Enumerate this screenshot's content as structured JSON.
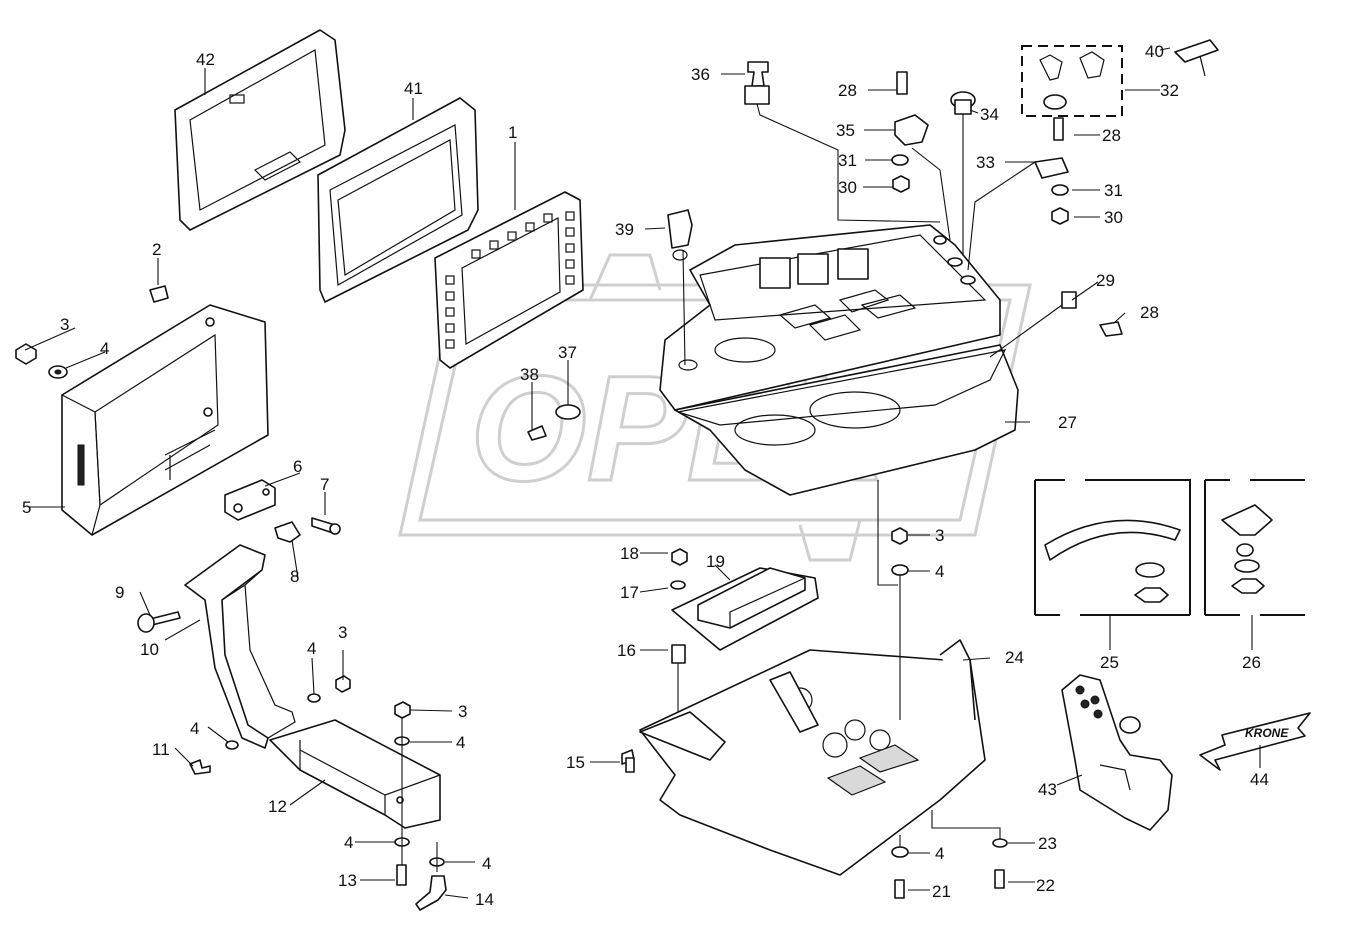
{
  "watermark": {
    "text": "OPEX"
  },
  "brand": {
    "logo_text": "KRONE"
  },
  "callouts": [
    {
      "id": "42",
      "text": "42"
    },
    {
      "id": "41",
      "text": "41"
    },
    {
      "id": "1",
      "text": "1"
    },
    {
      "id": "2",
      "text": "2"
    },
    {
      "id": "3a",
      "text": "3"
    },
    {
      "id": "4a",
      "text": "4"
    },
    {
      "id": "5",
      "text": "5"
    },
    {
      "id": "6",
      "text": "6"
    },
    {
      "id": "7",
      "text": "7"
    },
    {
      "id": "8",
      "text": "8"
    },
    {
      "id": "9",
      "text": "9"
    },
    {
      "id": "10",
      "text": "10"
    },
    {
      "id": "4b",
      "text": "4"
    },
    {
      "id": "3b",
      "text": "3"
    },
    {
      "id": "4c",
      "text": "4"
    },
    {
      "id": "11",
      "text": "11"
    },
    {
      "id": "3c",
      "text": "3"
    },
    {
      "id": "4d",
      "text": "4"
    },
    {
      "id": "12",
      "text": "12"
    },
    {
      "id": "4e",
      "text": "4"
    },
    {
      "id": "4f",
      "text": "4"
    },
    {
      "id": "13",
      "text": "13"
    },
    {
      "id": "14",
      "text": "14"
    },
    {
      "id": "36",
      "text": "36"
    },
    {
      "id": "28a",
      "text": "28"
    },
    {
      "id": "35",
      "text": "35"
    },
    {
      "id": "31a",
      "text": "31"
    },
    {
      "id": "30a",
      "text": "30"
    },
    {
      "id": "34",
      "text": "34"
    },
    {
      "id": "40",
      "text": "40"
    },
    {
      "id": "32",
      "text": "32"
    },
    {
      "id": "28b",
      "text": "28"
    },
    {
      "id": "33",
      "text": "33"
    },
    {
      "id": "31b",
      "text": "31"
    },
    {
      "id": "30b",
      "text": "30"
    },
    {
      "id": "39",
      "text": "39"
    },
    {
      "id": "29",
      "text": "29"
    },
    {
      "id": "28c",
      "text": "28"
    },
    {
      "id": "37",
      "text": "37"
    },
    {
      "id": "38",
      "text": "38"
    },
    {
      "id": "27",
      "text": "27"
    },
    {
      "id": "3d",
      "text": "3"
    },
    {
      "id": "4g",
      "text": "4"
    },
    {
      "id": "18",
      "text": "18"
    },
    {
      "id": "19",
      "text": "19"
    },
    {
      "id": "17",
      "text": "17"
    },
    {
      "id": "16",
      "text": "16"
    },
    {
      "id": "24",
      "text": "24"
    },
    {
      "id": "15",
      "text": "15"
    },
    {
      "id": "25",
      "text": "25"
    },
    {
      "id": "26",
      "text": "26"
    },
    {
      "id": "43",
      "text": "43"
    },
    {
      "id": "44",
      "text": "44"
    },
    {
      "id": "4h",
      "text": "4"
    },
    {
      "id": "23",
      "text": "23"
    },
    {
      "id": "21",
      "text": "21"
    },
    {
      "id": "22",
      "text": "22"
    }
  ]
}
